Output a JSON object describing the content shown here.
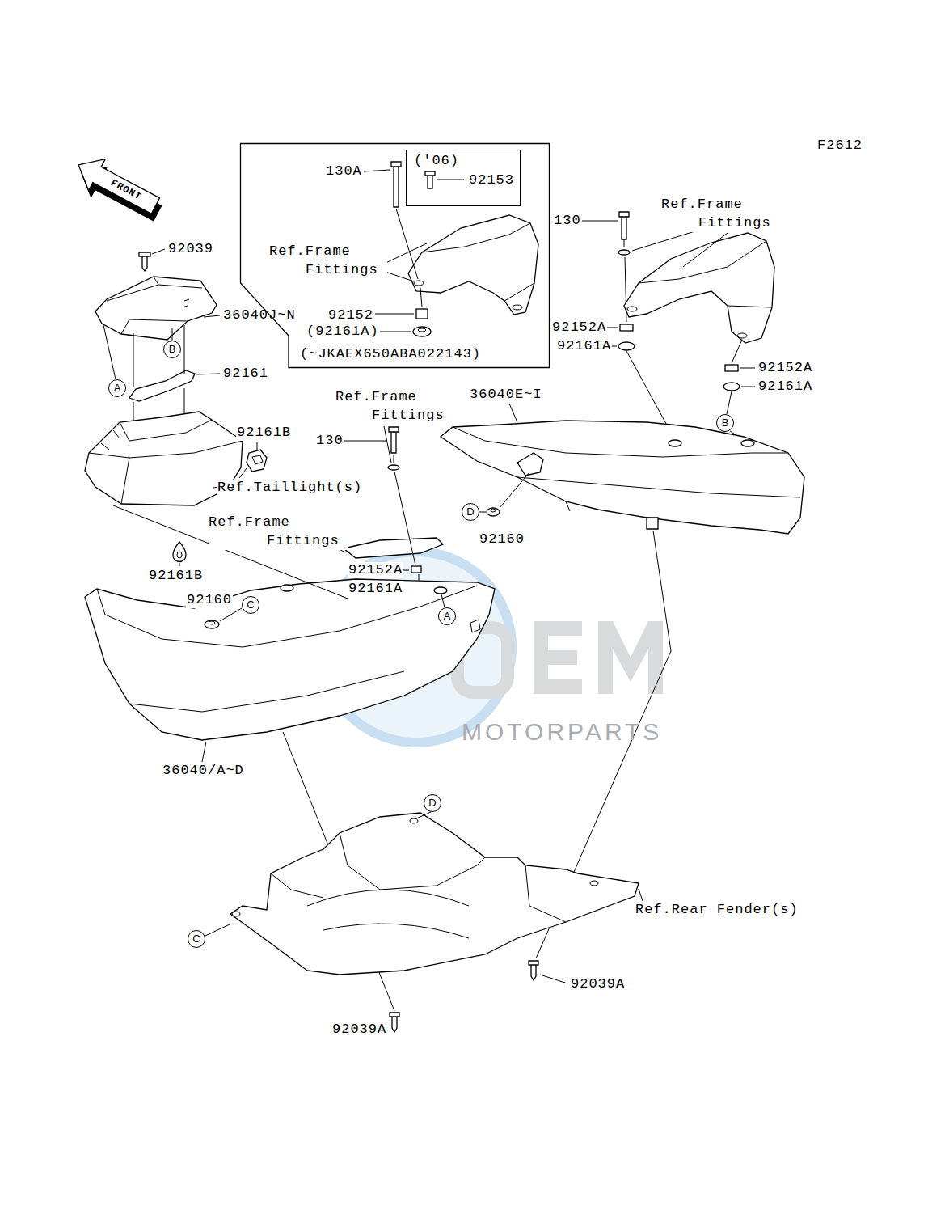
{
  "diagram": {
    "nodes": [
      {
        "text": [
          "130A",
          "Ref.Frame Fittings",
          "92152",
          "(92161A)",
          "(~JKAEX650ABA022143)"
        ]
      },
      {
        "text": [
          "('06)",
          "92153"
        ],
        "in": 0
      },
      {
        "text": [
          "B"
        ]
      },
      {
        "text": [
          "A"
        ]
      },
      {
        "text": [
          "B"
        ]
      },
      {
        "text": [
          "D"
        ]
      },
      {
        "text": [
          "C"
        ]
      },
      {
        "text": [
          "A"
        ]
      },
      {
        "text": [
          "D"
        ]
      },
      {
        "text": [
          "C"
        ]
      }
    ],
    "labels": [
      "F2612",
      "FRONT",
      "92039",
      "36040J~N",
      "92161",
      "92161B",
      "Ref.Taillight(s)",
      "Ref.Frame Fittings",
      "130",
      "92152A",
      "92161A",
      "92152A",
      "92161A",
      "Ref.Frame Fittings",
      "36040E~I",
      "130",
      "Ref.Frame Fittings",
      "92160",
      "92161B",
      "92152A",
      "92161A",
      "92160",
      "36040/A~D",
      "MOTORPARTS",
      "Ref.Rear Fender(s)",
      "92039A",
      "92039A"
    ]
  }
}
